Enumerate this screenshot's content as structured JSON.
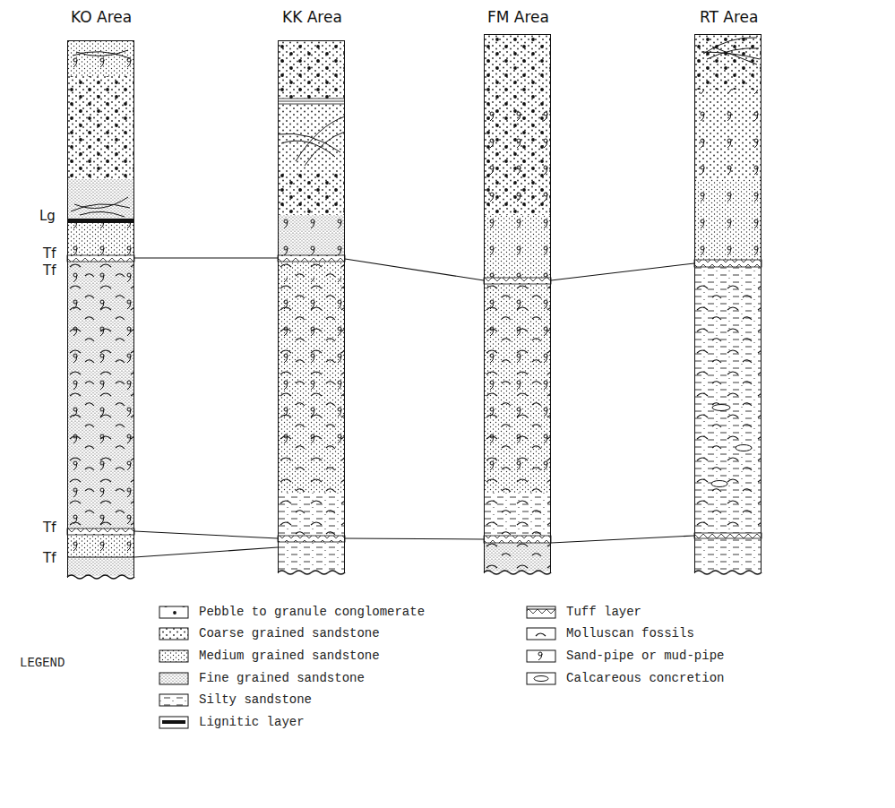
{
  "diagram": {
    "nodes": [
      {
        "text": [
          "KO Area"
        ]
      },
      {
        "text": [
          "KK Area"
        ]
      },
      {
        "text": [
          "FM Area"
        ]
      },
      {
        "text": [
          "RT Area"
        ]
      }
    ],
    "edges": [
      {
        "from": 0,
        "to": 1,
        "arrow": "none"
      },
      {
        "from": 1,
        "to": 2,
        "arrow": "none"
      },
      {
        "from": 2,
        "to": 3,
        "arrow": "none"
      },
      {
        "from": 0,
        "to": 1,
        "arrow": "none"
      },
      {
        "from": 0,
        "to": 1,
        "arrow": "none"
      },
      {
        "from": 1,
        "to": 2,
        "arrow": "none"
      },
      {
        "from": 2,
        "to": 3,
        "arrow": "none"
      }
    ],
    "labels": [
      "Lg",
      "Tf",
      "Tf",
      "Tf",
      "Tf",
      "LEGEND"
    ],
    "legend": [
      {
        "text": "Pebble to granule conglomerate"
      },
      {
        "text": "Coarse grained sandstone"
      },
      {
        "text": "Medium grained sandstone"
      },
      {
        "text": "Fine grained sandstone"
      },
      {
        "text": "Silty sandstone"
      },
      {
        "text": "Lignitic layer"
      },
      {
        "text": "Tuff layer"
      },
      {
        "text": "Molluscan fossils"
      },
      {
        "text": "Sand-pipe or mud-pipe"
      },
      {
        "text": "Calcareous concretion"
      }
    ]
  }
}
